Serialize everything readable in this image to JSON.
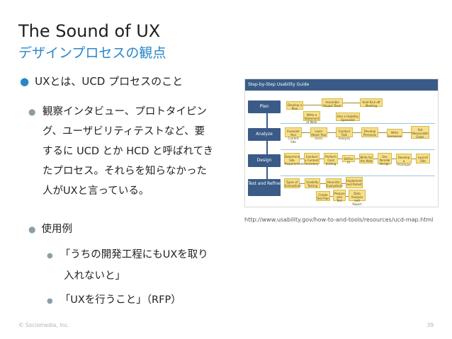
{
  "slide": {
    "title": "The Sound of UX",
    "subtitle": "デザインプロセスの観点",
    "bullet1": "UXとは、UCD プロセスのこと",
    "para_lines": [
      "観察インタビュー、プロトタイピン",
      "グ、ユーザビリティテストなど、要",
      "するに UCD とか HCD と呼ばれてき",
      "たプロセス。それらを知らなかった",
      "人がUXと言っている。"
    ],
    "bullet2": "使用例",
    "example1_line1": "「うちの開発工程にもUXを取り",
    "example1_line2": "入れないと」",
    "example2": "「UXを行うこと」（RFP）",
    "bullet_glyph": "●",
    "caption": "http://www.usability.gov/how-to-and-tools/resources/ucd-map.html",
    "footer_left": "© Sociomedia, Inc.",
    "page_number": "39"
  },
  "diagram": {
    "header": "Step-by-Step Usability Guide",
    "phases": [
      "Plan",
      "Analyze",
      "Design",
      "Test and Refine"
    ],
    "boxes": {
      "b1": "Develop a Plan",
      "b2": "Assemble Project Team",
      "b3": "Hold Kick-off Meeting",
      "b4": "Write a Statement of Work",
      "b5": "Hire a Usability Specialist",
      "b6": "Evaluate Your Current Site",
      "b7": "Learn About Your Users",
      "b8": "Conduct Task Analysis",
      "b9": "Develop Personas",
      "b10": "Write Scenarios",
      "b11": "Set Measurable Goals",
      "b12": "Determine Site Requirements",
      "b13": "Conduct a Content Inventory",
      "b14": "Perform Card Sorting",
      "b15": "Define IA",
      "b16": "Write for the Web",
      "b17": "Use Parallel Design",
      "b18": "Develop a Prototype",
      "b19": "Launch Site",
      "b20": "Types of Evaluations",
      "b21": "Usability Testing",
      "b22": "Heuristic Evaluations",
      "b23": "Implement and Retest",
      "b24": "Create Test Plan",
      "b25": "Prepare and Test",
      "b26": "Data Analysis and Report"
    }
  }
}
